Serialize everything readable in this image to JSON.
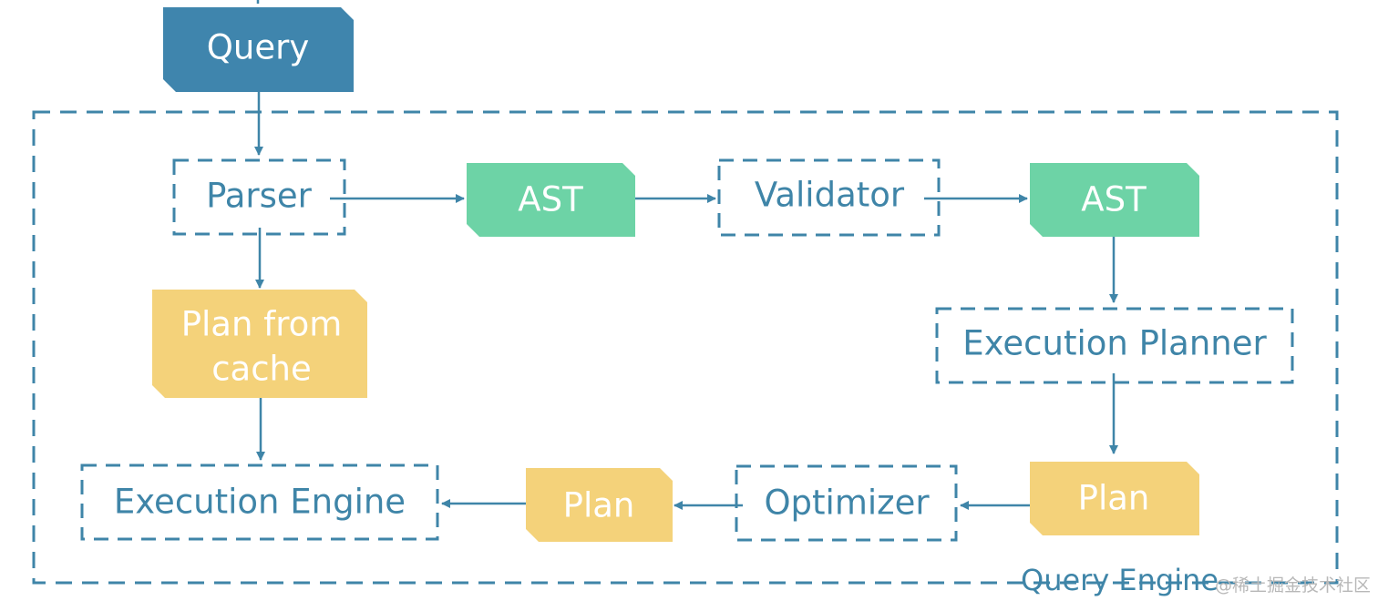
{
  "diagram": {
    "container_label": "Query Engine",
    "nodes": {
      "query": "Query",
      "parser": "Parser",
      "ast_1": "AST",
      "validator": "Validator",
      "ast_2": "AST",
      "plan_from_cache_line1": "Plan from",
      "plan_from_cache_line2": "cache",
      "execution_planner": "Execution Planner",
      "plan_1": "Plan",
      "optimizer": "Optimizer",
      "plan_2": "Plan",
      "execution_engine": "Execution Engine"
    },
    "colors": {
      "stroke": "#3f85a8",
      "query_fill": "#3f85ad",
      "ast_fill": "#6dd3a6",
      "plan_fill": "#f4d27a"
    }
  },
  "watermark": "@稀土掘金技术社区"
}
